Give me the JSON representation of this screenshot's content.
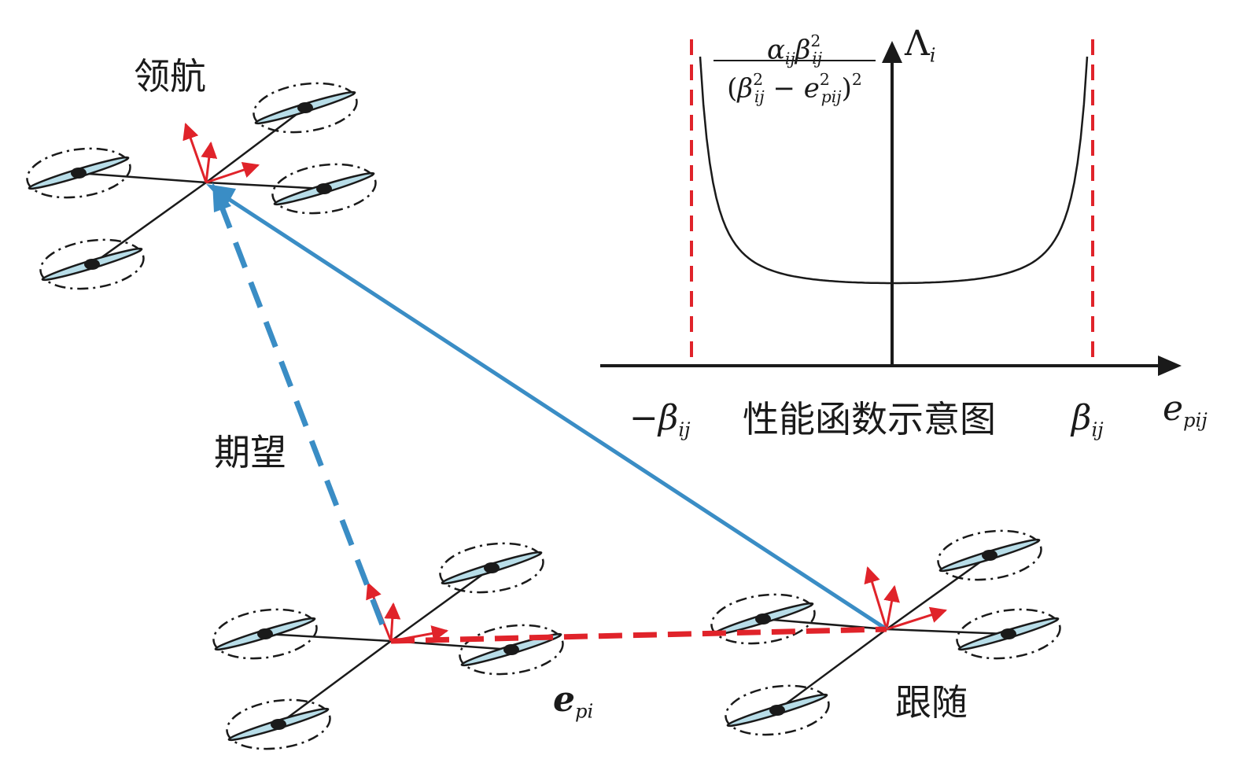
{
  "labels": {
    "leader": "领航",
    "expected": "期望",
    "follower": "跟随",
    "perf_title": "性能函数示意图",
    "error_vec": "e",
    "error_vec_sub": "pi"
  },
  "graph": {
    "lambda": "Λ",
    "lambda_sub": "i",
    "neg_beta_sign": "−",
    "beta": "β",
    "beta_sub": "ij",
    "x_axis": "e",
    "x_axis_sub": "pij",
    "formula": {
      "alpha": "α",
      "alpha_sub": "ij",
      "beta": "β",
      "beta_sub": "ij",
      "sq": "2",
      "open": "(",
      "minus": " − ",
      "e": "e",
      "e_sub": "pij",
      "close": ")",
      "outer_sq": "2"
    }
  },
  "colors": {
    "blue": "#3a8dc5",
    "red": "#e0232a",
    "black": "#1a1a1a",
    "prop": "#b8dde8"
  }
}
